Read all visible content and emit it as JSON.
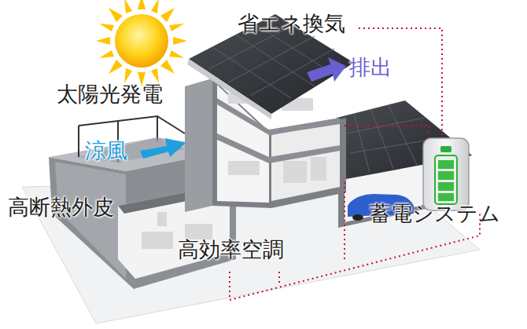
{
  "diagram": {
    "labels": [
      "省エネ換気",
      "排出",
      "太陽光発電",
      "涼風",
      "高断熱外皮",
      "蓄電システム",
      "高効率空調"
    ]
  }
}
